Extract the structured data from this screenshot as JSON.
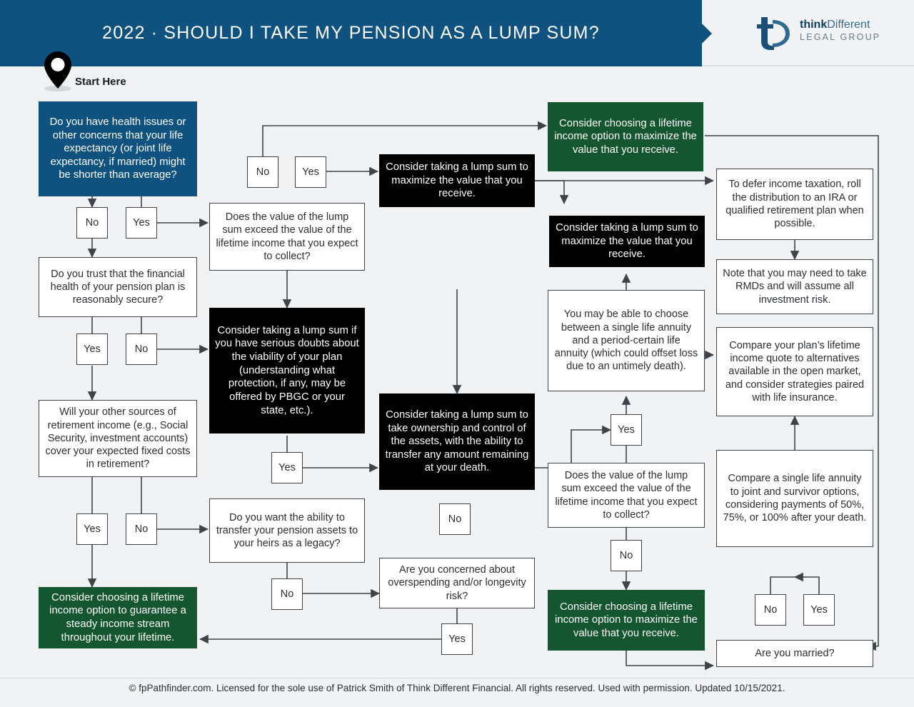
{
  "header": {
    "title": "2022 · SHOULD I TAKE MY PENSION AS A LUMP SUM?",
    "logo": {
      "word1": "think",
      "word2": "Different",
      "tagline": "LEGAL GROUP",
      "mark": "tD"
    }
  },
  "start": {
    "label": "Start Here",
    "icon": "map-pin-icon"
  },
  "colors": {
    "header_blue": "#0f5280",
    "node_blue": "#0f5280",
    "node_green": "#14562f",
    "node_black": "#000000",
    "canvas": "#f1f2f3",
    "border": "#3e4349"
  },
  "footer": {
    "text": "© fpPathfinder.com. Licensed for the sole use of Patrick Smith of Think Different Financial. All rights reserved. Used with permission. Updated 10/15/2021."
  },
  "chart_data": {
    "type": "flowchart",
    "title": "2022 · Should I Take My Pension as a Lump Sum?",
    "nodes": [
      {
        "id": "q1",
        "kind": "question",
        "style": "blue",
        "text": "Do you have health issues or other concerns that your life expectancy (or joint life expectancy, if married) might be shorter than average?"
      },
      {
        "id": "q2",
        "kind": "question",
        "style": "white",
        "text": "Do you trust that the financial health of your pension plan is reasonably secure?"
      },
      {
        "id": "q3",
        "kind": "question",
        "style": "white",
        "text": "Will your other sources of retirement income (e.g., Social Security, investment accounts) cover your expected fixed costs in retirement?"
      },
      {
        "id": "g1",
        "kind": "outcome",
        "style": "green",
        "text": "Consider choosing a lifetime income option to guarantee a steady income stream throughout your lifetime."
      },
      {
        "id": "q4",
        "kind": "question",
        "style": "white",
        "text": "Does the value of the lump sum exceed the value of the lifetime income that you expect to collect?"
      },
      {
        "id": "b1",
        "kind": "outcome",
        "style": "black",
        "text": "Consider taking a lump sum if you have serious doubts about the viability of your plan (understanding what protection, if any, may be offered by PBGC or your state, etc.)."
      },
      {
        "id": "q5",
        "kind": "question",
        "style": "white",
        "text": "Do you want the ability to transfer your pension assets to your heirs as a legacy?"
      },
      {
        "id": "b2",
        "kind": "outcome",
        "style": "black",
        "text": "Consider taking a lump sum to maximize the value that you receive."
      },
      {
        "id": "b3",
        "kind": "outcome",
        "style": "black",
        "text": "Consider taking a lump sum to take ownership and control of the assets, with the ability to transfer any amount remaining at your death."
      },
      {
        "id": "q6",
        "kind": "question",
        "style": "white",
        "text": "Are you concerned about overspending and/or longevity risk?"
      },
      {
        "id": "g2",
        "kind": "outcome",
        "style": "green",
        "text": "Consider choosing a lifetime income option to maximize the value that you receive."
      },
      {
        "id": "b4",
        "kind": "outcome",
        "style": "black",
        "text": "Consider taking a lump sum to maximize the value that you receive."
      },
      {
        "id": "n1",
        "kind": "note",
        "style": "white",
        "text": "You may be able to choose between a single life annuity and a period-certain life annuity (which could offset loss due to an untimely death)."
      },
      {
        "id": "q7",
        "kind": "question",
        "style": "white",
        "text": "Does the value of the lump sum exceed the value of the lifetime income that you expect to collect?"
      },
      {
        "id": "g3",
        "kind": "outcome",
        "style": "green",
        "text": "Consider choosing a lifetime income option to maximize the value that you receive."
      },
      {
        "id": "n2",
        "kind": "note",
        "style": "white",
        "text": "To defer income taxation, roll the distribution to an IRA or qualified retirement plan when possible."
      },
      {
        "id": "n3",
        "kind": "note",
        "style": "white",
        "text": "Note that you may need to take RMDs and will assume all investment risk."
      },
      {
        "id": "n4",
        "kind": "note",
        "style": "white",
        "text": "Compare your plan’s lifetime income quote to alternatives available in the open market, and consider strategies paired with life insurance."
      },
      {
        "id": "n5",
        "kind": "note",
        "style": "white",
        "text": "Compare a single life annuity to joint and survivor options, considering payments of 50%, 75%, or 100% after your death."
      },
      {
        "id": "q8",
        "kind": "question",
        "style": "white",
        "text": "Are you married?"
      }
    ],
    "edge_labels": [
      {
        "id": "e1",
        "label": "No"
      },
      {
        "id": "e2",
        "label": "Yes"
      },
      {
        "id": "e3",
        "label": "No"
      },
      {
        "id": "e4",
        "label": "Yes"
      },
      {
        "id": "e5",
        "label": "Yes"
      },
      {
        "id": "e6",
        "label": "No"
      },
      {
        "id": "e7",
        "label": "No"
      },
      {
        "id": "e8",
        "label": "Yes"
      },
      {
        "id": "e9",
        "label": "Yes"
      },
      {
        "id": "e10",
        "label": "No"
      },
      {
        "id": "e11",
        "label": "No"
      },
      {
        "id": "e12",
        "label": "Yes"
      },
      {
        "id": "e13",
        "label": "Yes"
      },
      {
        "id": "e14",
        "label": "No"
      },
      {
        "id": "e15",
        "label": "No"
      },
      {
        "id": "e16",
        "label": "Yes"
      }
    ]
  }
}
